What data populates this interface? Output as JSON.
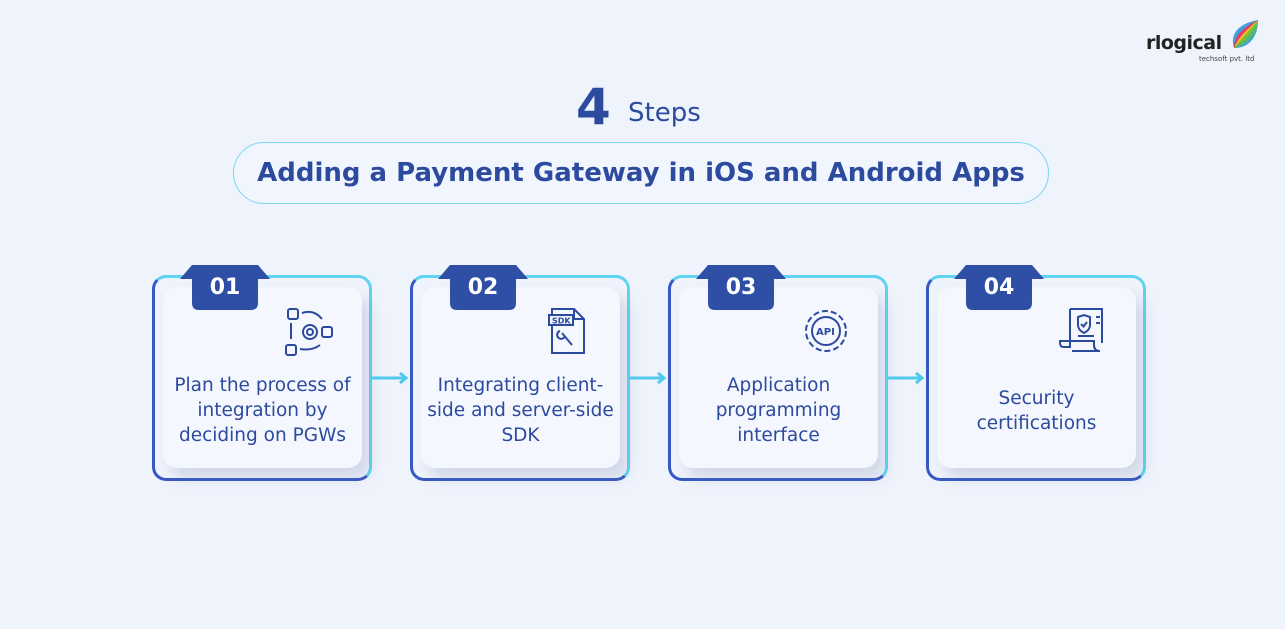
{
  "logo": {
    "name": "rlogical",
    "tagline": "techsoft pvt. ltd"
  },
  "header": {
    "number": "4",
    "word": "Steps",
    "subtitle": "Adding a Payment Gateway in iOS and Android Apps"
  },
  "colors": {
    "primary": "#2c4a9e",
    "accent": "#5fd3ef",
    "background": "#eff3fc"
  },
  "steps": [
    {
      "number": "01",
      "label": "Plan the process of integration by deciding on PGWs",
      "icon": "process-cycle-icon"
    },
    {
      "number": "02",
      "label": "Integrating client-side and server-side SDK",
      "icon": "sdk-file-icon"
    },
    {
      "number": "03",
      "label": "Application programming interface",
      "icon": "api-gear-icon"
    },
    {
      "number": "04",
      "label": "Security certifications",
      "icon": "certificate-scroll-icon"
    }
  ]
}
